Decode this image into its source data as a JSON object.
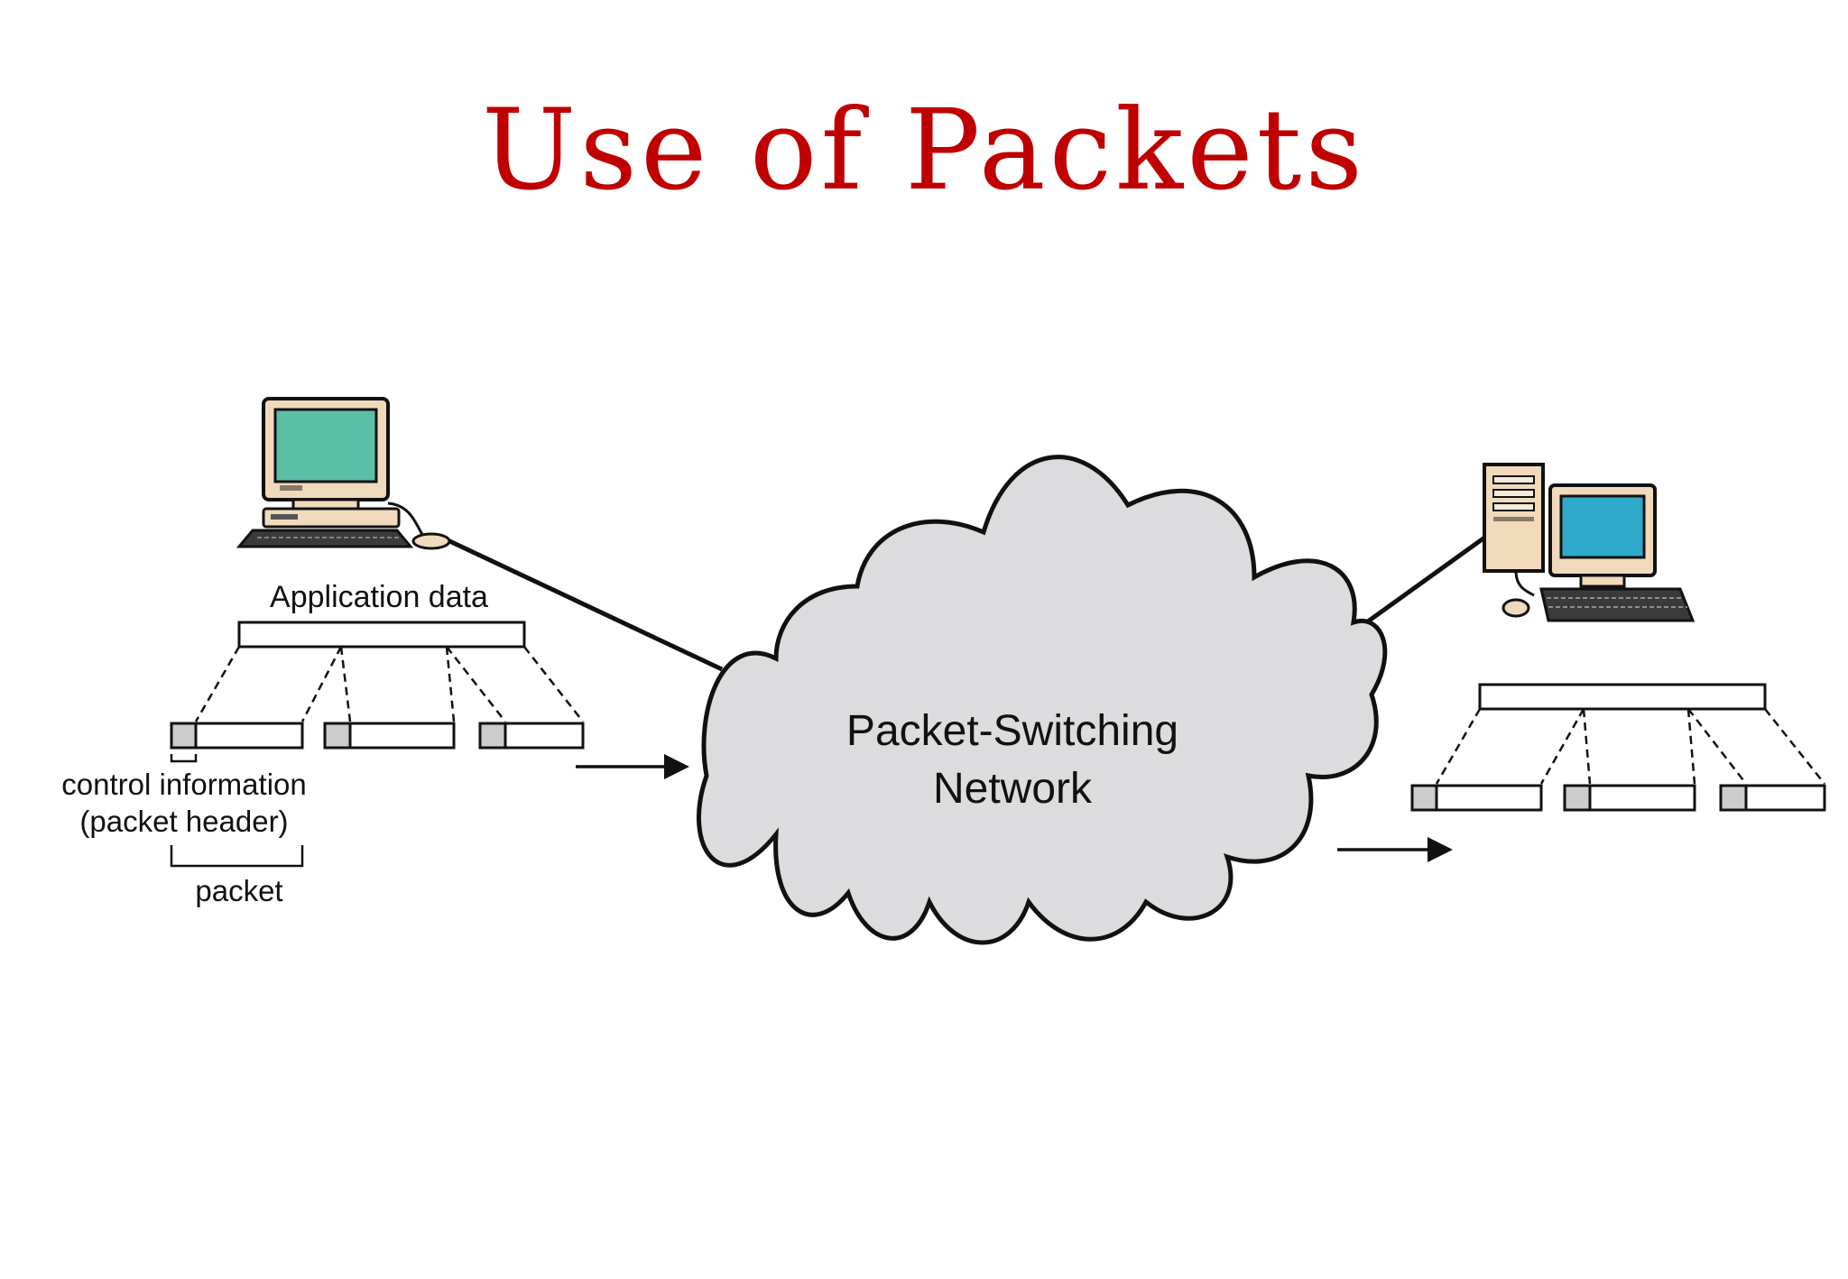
{
  "slide": {
    "title": "Use of Packets",
    "title_color": "#c00000"
  },
  "diagram": {
    "network_label_line1": "Packet-Switching",
    "network_label_line2": "Network",
    "application_data_label": "Application data",
    "control_info_label_line1": "control information",
    "control_info_label_line2": "(packet header)",
    "packet_label": "packet",
    "cloud_fill": "#dcdcde",
    "header_fill": "#cccccc",
    "sender_screen_color": "#5bbfa6",
    "receiver_screen_color": "#2fa9c9",
    "computer_body_color": "#f1d9bc",
    "icons": [
      "desktop-computer-icon",
      "tower-computer-icon",
      "cloud-icon"
    ]
  }
}
